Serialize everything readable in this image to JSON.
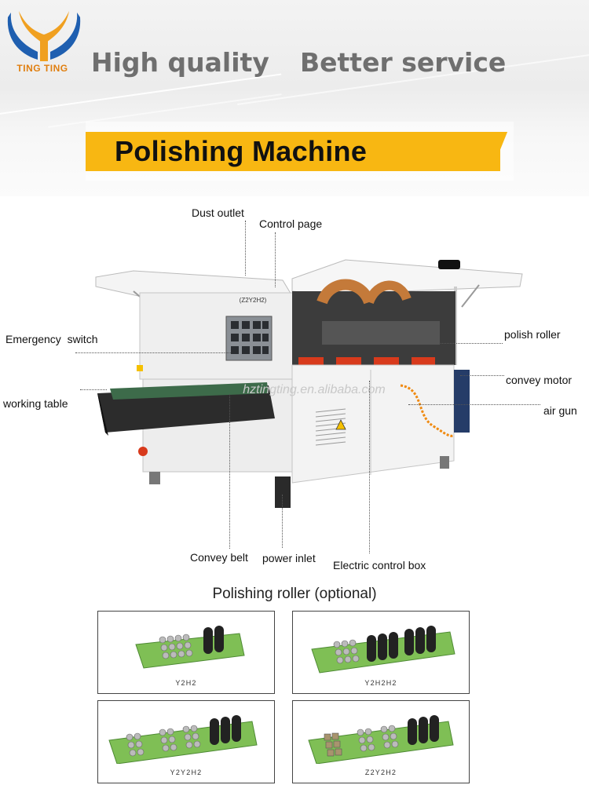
{
  "header": {
    "brand": "TING TING",
    "slogan_left": "High quality",
    "slogan_right": "Better service",
    "banner_title": "Polishing Machine"
  },
  "machine": {
    "model_plate": "(Z2Y2H2)",
    "watermark": "hztingting.en.alibaba.com",
    "labels": {
      "dust_outlet": "Dust outlet",
      "control_page": "Control page",
      "emergency_switch": "Emergency  switch",
      "working_table": "working table",
      "polish_roller": "polish roller",
      "convey_motor": "convey motor",
      "air_gun": "air gun",
      "convey_belt": "Convey belt",
      "power_inlet": "power inlet",
      "electric_control_box": "Electric control box"
    }
  },
  "optional": {
    "title": "Polishing roller (optional)",
    "configs": [
      "Y2H2",
      "Y2H2H2",
      "Y2Y2H2",
      "Z2Y2H2"
    ]
  },
  "colors": {
    "banner": "#f8b712",
    "logo_blue": "#1f5fb0",
    "logo_orange": "#f0a020",
    "machine_body": "#f2f2f2",
    "roller_red": "#d83a1c",
    "hose_orange": "#f08a10",
    "roller_green": "#7fbf55"
  }
}
